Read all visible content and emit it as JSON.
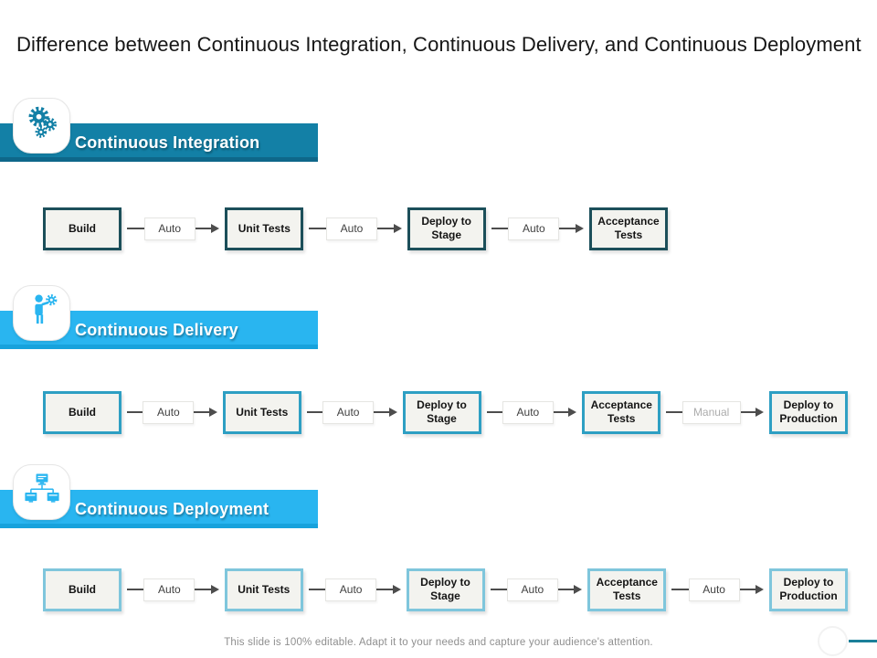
{
  "slide": {
    "title": "Difference between Continuous Integration, Continuous Delivery, and Continuous Deployment",
    "footer": "This slide is 100% editable. Adapt it to your needs and capture your audience's attention."
  },
  "colors": {
    "ci_banner": "#1380A6",
    "ci_banner_edge": "#0E678A",
    "delivery_banner": "#29B5F0",
    "delivery_banner_edge": "#17A2DC",
    "ci_node_border": "#1C4F5A",
    "delivery_node_border": "#2E9FC3",
    "deployment_node_border": "#7FC6DC",
    "node_fill": "#F3F3EF",
    "connector": "#4D4D4D",
    "auto_label_text": "#3F3F3F",
    "manual_label_text": "#ACACAC",
    "footer_text": "#8F8F8F",
    "decor_line": "#1B7F99"
  },
  "sections": [
    {
      "id": "continuous-integration",
      "label": "Continuous Integration",
      "icon": "gears-icon",
      "steps": [
        "Build",
        "Unit Tests",
        "Deploy to Stage",
        "Acceptance Tests"
      ],
      "transitions": [
        "Auto",
        "Auto",
        "Auto"
      ]
    },
    {
      "id": "continuous-delivery",
      "label": "Continuous Delivery",
      "icon": "person-gear-icon",
      "steps": [
        "Build",
        "Unit Tests",
        "Deploy to Stage",
        "Acceptance Tests",
        "Deploy to Production"
      ],
      "transitions": [
        "Auto",
        "Auto",
        "Auto",
        "Manual"
      ]
    },
    {
      "id": "continuous-deployment",
      "label": "Continuous Deployment",
      "icon": "network-nodes-icon",
      "steps": [
        "Build",
        "Unit Tests",
        "Deploy to Stage",
        "Acceptance Tests",
        "Deploy to Production"
      ],
      "transitions": [
        "Auto",
        "Auto",
        "Auto",
        "Auto"
      ]
    }
  ]
}
